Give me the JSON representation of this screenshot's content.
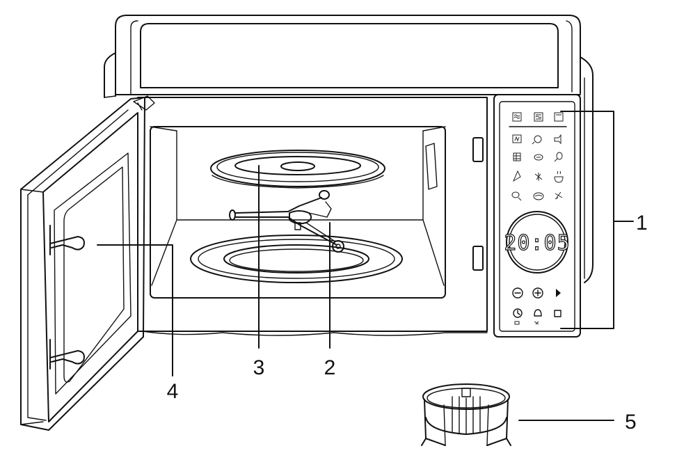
{
  "display": {
    "time": "20:05"
  },
  "callouts": {
    "c1": "1",
    "c2": "2",
    "c3": "3",
    "c4": "4",
    "c5": "5"
  },
  "icons": {
    "top_row": [
      "microwave-icon",
      "microwave-grill-icon",
      "grill-icon"
    ],
    "programs": [
      "defrost-icon",
      "chicken-icon",
      "fish-icon",
      "toast-icon",
      "meat-icon",
      "drumstick-icon",
      "pizza-icon",
      "popcorn-icon",
      "soup-icon",
      "potato-icon",
      "baked-potato-icon",
      "vegetables-icon"
    ],
    "controls": [
      "minus-icon",
      "plus-icon",
      "play-icon",
      "clock-icon",
      "bell-icon",
      "stop-icon"
    ]
  }
}
